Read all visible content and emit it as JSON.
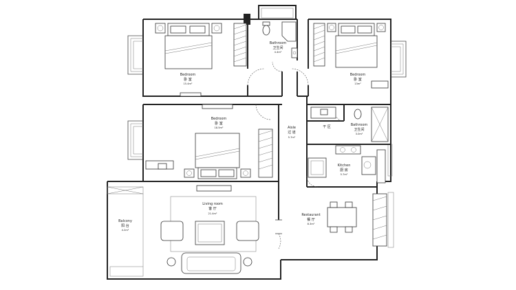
{
  "rooms": {
    "bedroom_nw": {
      "name_en": "Bedroom",
      "name_cn": "卧 室",
      "area": "15.4m²"
    },
    "bathroom_top": {
      "name_en": "Bathroom",
      "name_cn": "卫生间",
      "area": "4.4m²"
    },
    "bedroom_ne": {
      "name_en": "Bedroom",
      "name_cn": "卧 室",
      "area": "13m²"
    },
    "bedroom_mid": {
      "name_en": "Bedroom",
      "name_cn": "卧 室",
      "area": "18.5m²"
    },
    "aisle": {
      "name_en": "Aisle",
      "name_cn": "过 道",
      "area": "5.7m²"
    },
    "dry_zone": {
      "name_cn": "干 区"
    },
    "bathroom_mid": {
      "name_en": "Bathroom",
      "name_cn": "卫生间",
      "area": "3.0m²"
    },
    "kitchen": {
      "name_en": "Kitchen",
      "name_cn": "厨 房",
      "area": "5.7m²"
    },
    "living": {
      "name_en": "Living room",
      "name_cn": "客 厅",
      "area": "21.4m²"
    },
    "restaurant": {
      "name_en": "Restaurant",
      "name_cn": "餐 厅",
      "area": "8.3m²"
    },
    "balcony": {
      "name_en": "Balcony",
      "name_cn": "阳 台",
      "area": "4.2m²"
    }
  }
}
